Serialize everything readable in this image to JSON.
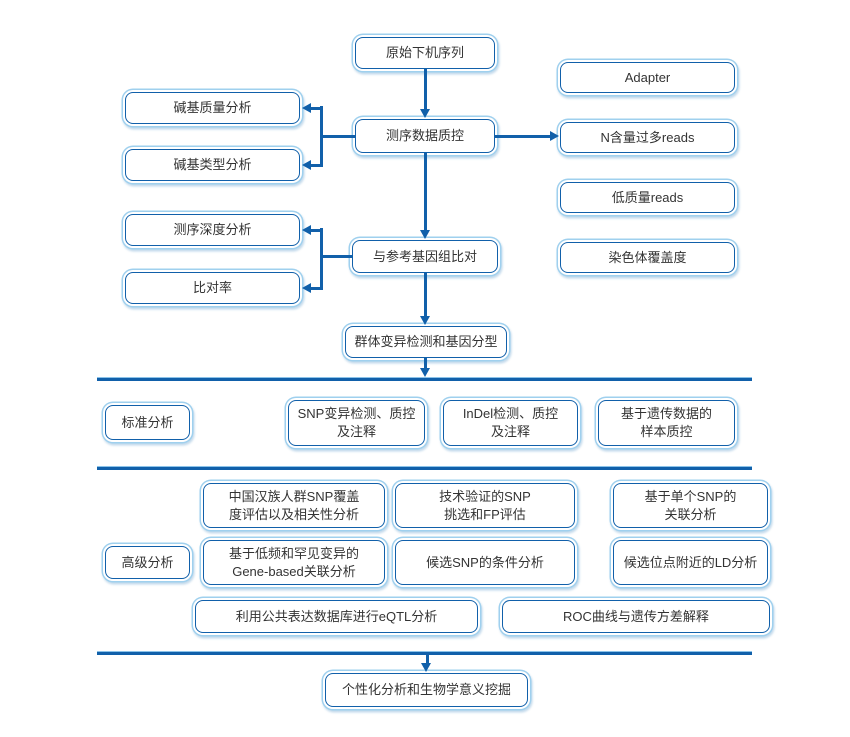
{
  "colors": {
    "accent_dark": "#1160aa",
    "accent_light": "#9fd0ee",
    "text": "#333333",
    "background": "#ffffff"
  },
  "nodes": {
    "raw_sequence": "原始下机序列",
    "sequencing_qc": "测序数据质控",
    "base_quality": "碱基质量分析",
    "base_type": "碱基类型分析",
    "adapter": "Adapter",
    "n_content_reads": "N含量过多reads",
    "low_quality_reads": "低质量reads",
    "chromosome_coverage": "染色体覆盖度",
    "genome_alignment": "与参考基因组比对",
    "depth_analysis": "测序深度分析",
    "alignment_rate": "比对率",
    "population_variant": "群体变异检测和基因分型",
    "standard_label": "标准分析",
    "snp_detection": "SNP变异检测、质控\n及注释",
    "indel_detection": "InDel检测、质控\n及注释",
    "genetic_sample_qc": "基于遗传数据的\n样本质控",
    "advanced_label": "高级分析",
    "han_snp_coverage": "中国汉族人群SNP覆盖\n度评估以及相关性分析",
    "validated_snp": "技术验证的SNP\n挑选和FP评估",
    "single_snp_assoc": "基于单个SNP的\n关联分析",
    "rare_variant_assoc": "基于低频和罕见变异的\nGene-based关联分析",
    "candidate_snp_conditional": "候选SNP的条件分析",
    "ld_analysis": "候选位点附近的LD分析",
    "eqtl_analysis": "利用公共表达数据库进行eQTL分析",
    "roc_curve": "ROC曲线与遗传方差解释",
    "personalized_mining": "个性化分析和生物学意义挖掘"
  }
}
